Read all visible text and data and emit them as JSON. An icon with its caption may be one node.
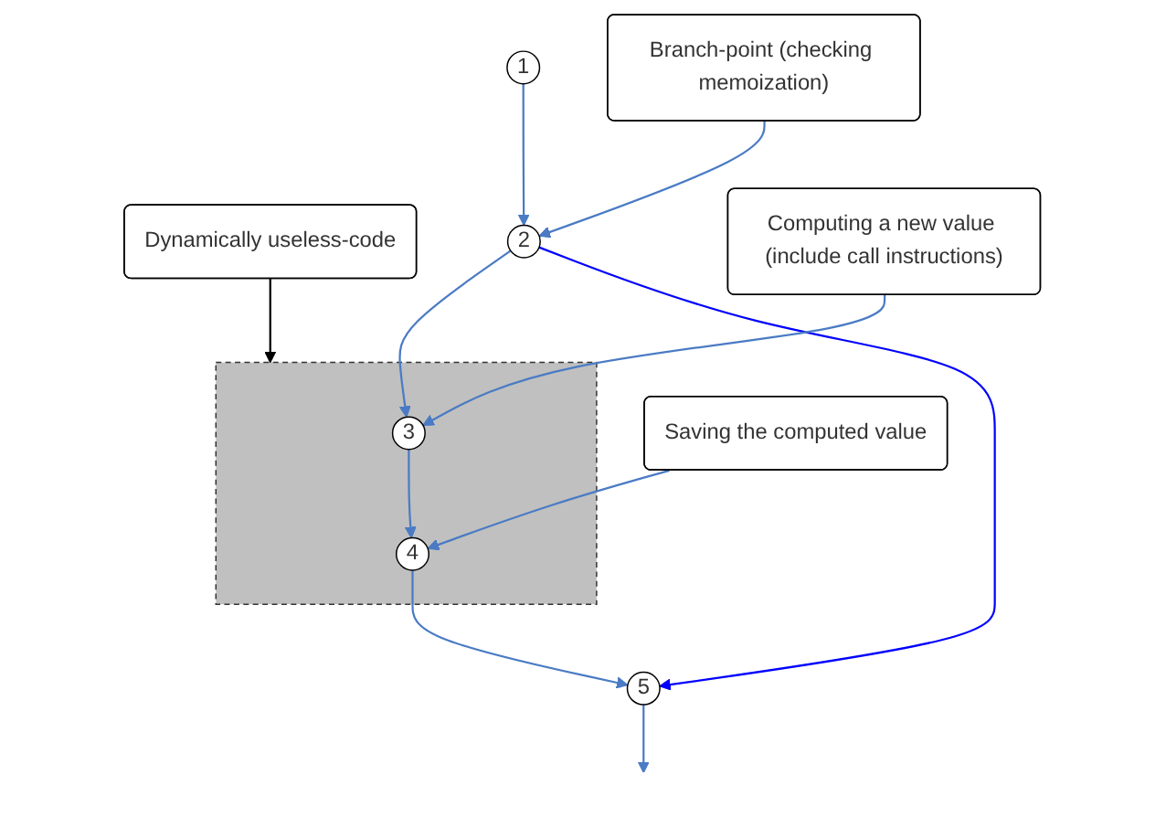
{
  "diagram": {
    "nodes": [
      {
        "text": [
          "Dynamically useless-code"
        ]
      },
      {
        "text": [
          "1"
        ]
      },
      {
        "text": [
          "2"
        ]
      },
      {
        "text": [],
        "shape": "box"
      },
      {
        "text": [
          "3"
        ],
        "in": 3
      },
      {
        "text": [
          "4"
        ],
        "in": 3
      },
      {
        "text": [
          "5"
        ]
      },
      {
        "text": [
          "Branch-point (checking memoization)"
        ]
      },
      {
        "text": [
          "Computing a new value (include call instructions)"
        ]
      },
      {
        "text": [
          "Saving the computed value"
        ]
      }
    ],
    "edges": [
      {
        "from": 0,
        "to": 3,
        "arrow": "to",
        "color": "#000000"
      },
      {
        "from": 1,
        "to": 2,
        "arrow": "to"
      },
      {
        "from": 2,
        "to": 4,
        "arrow": "to"
      },
      {
        "from": 4,
        "to": 5,
        "arrow": "to"
      },
      {
        "from": 5,
        "to": 6,
        "arrow": "to"
      },
      {
        "from": 2,
        "to": 6,
        "arrow": "to",
        "color": "#0000ff"
      },
      {
        "from": 6,
        "to": null,
        "arrow": "to"
      },
      {
        "from": 7,
        "to": 2,
        "arrow": "to"
      },
      {
        "from": 8,
        "to": 4,
        "arrow": "to"
      },
      {
        "from": 9,
        "to": 5,
        "arrow": "to"
      }
    ]
  }
}
